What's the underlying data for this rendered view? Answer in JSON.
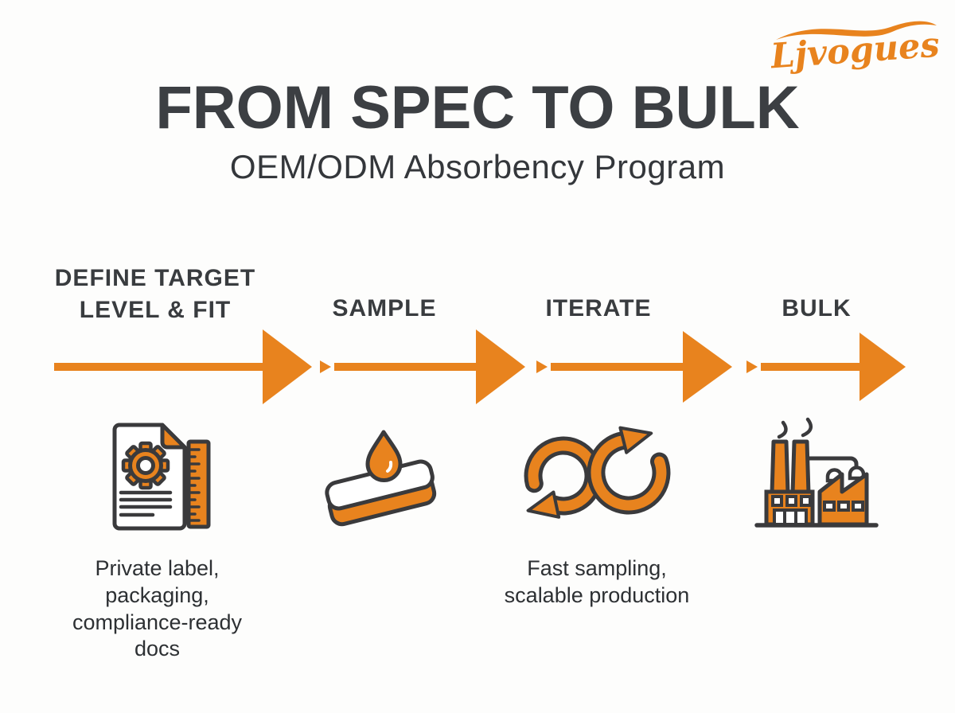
{
  "brand": {
    "logo_text": "Ljvogues"
  },
  "header": {
    "title": "FROM SPEC TO BULK",
    "subtitle": "OEM/ODM Absorbency Program"
  },
  "process": {
    "steps": [
      {
        "label": "DEFINE TARGET\nLEVEL & FIT",
        "icon": "spec-document-gear-ruler-icon",
        "caption": "Private label,\npackaging,\ncompliance-ready\ndocs"
      },
      {
        "label": "SAMPLE",
        "icon": "absorbent-pad-droplet-icon",
        "caption": ""
      },
      {
        "label": "ITERATE",
        "icon": "iteration-cycle-arrows-icon",
        "caption": "Fast sampling,\nscalable production"
      },
      {
        "label": "BULK",
        "icon": "factory-icon",
        "caption": ""
      }
    ],
    "arrow_count": 4
  },
  "colors": {
    "accent_orange": "#E8831E",
    "title_gray": "#3C3F43",
    "step_label_gray": "#393C3F",
    "caption_gray": "#2D3033",
    "icon_outline": "#3A3A3C",
    "background": "#FDFDFC"
  }
}
